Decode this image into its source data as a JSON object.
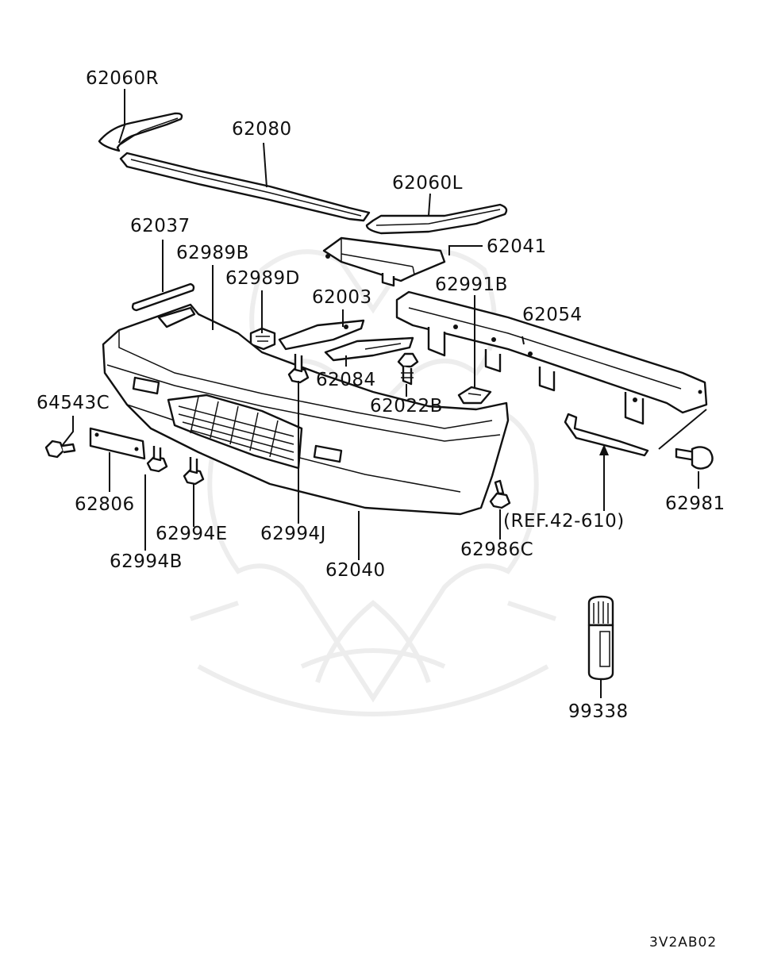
{
  "diagram": {
    "drawing_code": "3V2AB02",
    "parts": [
      {
        "id": "p62060R",
        "label": "62060R"
      },
      {
        "id": "p62080",
        "label": "62080"
      },
      {
        "id": "p62060L",
        "label": "62060L"
      },
      {
        "id": "p62037",
        "label": "62037"
      },
      {
        "id": "p62989B",
        "label": "62989B"
      },
      {
        "id": "p62989D",
        "label": "62989D"
      },
      {
        "id": "p62041",
        "label": "62041"
      },
      {
        "id": "p62003",
        "label": "62003"
      },
      {
        "id": "p62991B",
        "label": "62991B"
      },
      {
        "id": "p62054",
        "label": "62054"
      },
      {
        "id": "p62084",
        "label": "62084"
      },
      {
        "id": "p62022B",
        "label": "62022B"
      },
      {
        "id": "p64543C",
        "label": "64543C"
      },
      {
        "id": "p62806",
        "label": "62806"
      },
      {
        "id": "p62994E",
        "label": "62994E"
      },
      {
        "id": "p62994B",
        "label": "62994B"
      },
      {
        "id": "p62994J",
        "label": "62994J"
      },
      {
        "id": "p62040",
        "label": "62040"
      },
      {
        "id": "p62986C",
        "label": "62986C"
      },
      {
        "id": "p62981",
        "label": "62981"
      },
      {
        "id": "p99338",
        "label": "99338"
      }
    ],
    "reference_note": "(REF.42-610)"
  }
}
